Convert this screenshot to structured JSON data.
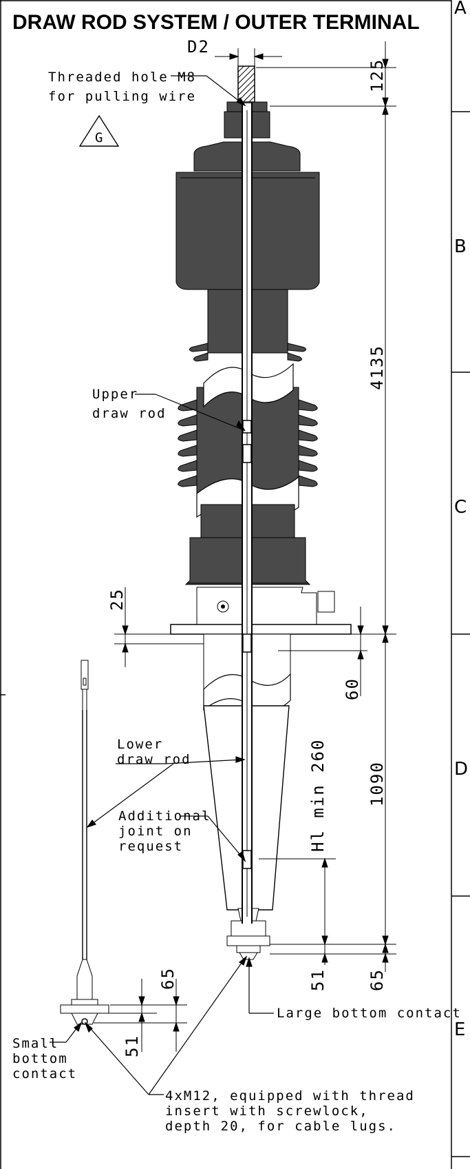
{
  "title": "DRAW ROD SYSTEM / OUTER TERMINAL",
  "d2_label": "D2",
  "callouts": {
    "threaded_1": "Threaded hole M8",
    "threaded_2": "for pulling wire",
    "triangle": "G",
    "upper_1": "Upper",
    "upper_2": "draw rod",
    "lower_1": "Lower",
    "lower_2": "draw rod",
    "joint_1": "Additional",
    "joint_2": "joint on",
    "joint_3": "request",
    "large_contact": "Large bottom contact",
    "small_1": "Small",
    "small_2": "bottom",
    "small_3": "contact",
    "m12_1": "4xM12, equipped with thread",
    "m12_2": "insert with screwlock,",
    "m12_3": "depth 20, for cable lugs."
  },
  "dimensions": {
    "d125": "125",
    "d4135": "4135",
    "d25": "25",
    "d60": "60",
    "d1090": "1090",
    "hl": "Hl min 260",
    "d51_right": "51",
    "d65_right": "65",
    "d65_left": "65",
    "d51_left": "51"
  },
  "zones": {
    "a": "A",
    "b": "B",
    "c": "C",
    "d": "D",
    "e": "E"
  },
  "colors": {
    "ink": "#000000",
    "body_fill": "#4a4a4a",
    "hatch": "#000000"
  }
}
